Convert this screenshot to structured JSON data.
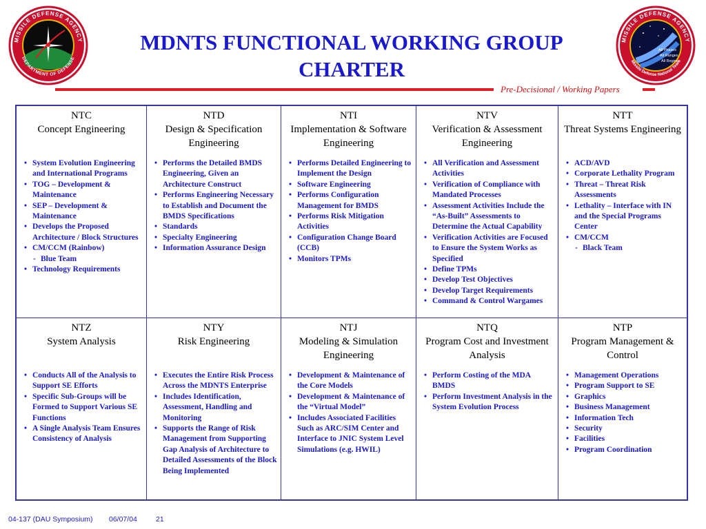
{
  "header": {
    "title_line1": "MDNTS FUNCTIONAL WORKING GROUP",
    "title_line2": "CHARTER",
    "draft_label": "Pre-Decisional / Working Papers",
    "logo_left": "missile-defense-agency-seal",
    "logo_right": "missile-defense-national-team-seal",
    "logo_left_text": "MISSILE DEFENSE AGENCY · DEPARTMENT OF DEFENSE",
    "logo_right_text": "MISSILE DEFENSE AGENCY · Missile Defense National Team · All Phases · All Ranges · All Regions"
  },
  "colors": {
    "title": "#1a1acc",
    "rule": "#e31b23",
    "items": "#1a1acc",
    "grid": "#3434a8"
  },
  "groups": [
    {
      "code": "NTC",
      "name": "Concept Engineering",
      "items": [
        {
          "text": "System Evolution Engineering and International Programs"
        },
        {
          "text": "TOG – Development & Maintenance"
        },
        {
          "text": "SEP – Development & Maintenance"
        },
        {
          "text": "Develops the Proposed Architecture / Block Structures"
        },
        {
          "text": "CM/CCM (Rainbow)"
        },
        {
          "text": "Blue Team",
          "sub": true
        },
        {
          "text": "Technology Requirements"
        }
      ]
    },
    {
      "code": "NTD",
      "name": "Design & Specification Engineering",
      "items": [
        {
          "text": "Performs the Detailed BMDS Engineering, Given an Architecture Construct"
        },
        {
          "text": "Performs Engineering Necessary to Establish and Document the BMDS Specifications"
        },
        {
          "text": "Standards"
        },
        {
          "text": "Specialty Engineering"
        },
        {
          "text": "Information Assurance Design"
        }
      ]
    },
    {
      "code": "NTI",
      "name": "Implementation & Software Engineering",
      "items": [
        {
          "text": "Performs Detailed Engineering to Implement the Design"
        },
        {
          "text": "Software Engineering"
        },
        {
          "text": "Performs Configuration Management for BMDS"
        },
        {
          "text": "Performs Risk Mitigation Activities"
        },
        {
          "text": "Configuration Change Board (CCB)"
        },
        {
          "text": "Monitors TPMs"
        }
      ]
    },
    {
      "code": "NTV",
      "name": "Verification & Assessment Engineering",
      "items": [
        {
          "text": "All Verification and Assessment Activities"
        },
        {
          "text": "Verification of Compliance with Mandated Processes"
        },
        {
          "text": "Assessment Activities Include the “As-Built” Assessments to Determine the Actual Capability"
        },
        {
          "text": "Verification Activities are Focused to Ensure the System Works as Specified"
        },
        {
          "text": "Define TPMs"
        },
        {
          "text": "Develop Test Objectives"
        },
        {
          "text": "Develop Target Requirements"
        },
        {
          "text": "Command & Control Wargames"
        }
      ]
    },
    {
      "code": "NTT",
      "name": "Threat Systems Engineering",
      "items": [
        {
          "text": "ACD/AVD"
        },
        {
          "text": "Corporate Lethality Program"
        },
        {
          "text": "Threat – Threat Risk Assessments"
        },
        {
          "text": "Lethality – Interface with IN and the Special Programs Center"
        },
        {
          "text": "CM/CCM"
        },
        {
          "text": "Black Team",
          "sub": true
        }
      ]
    },
    {
      "code": "NTZ",
      "name": "System Analysis",
      "items": [
        {
          "text": "Conducts All of the Analysis to Support SE Efforts"
        },
        {
          "text": "Specific Sub-Groups will be Formed to Support Various SE Functions"
        },
        {
          "text": "A Single Analysis Team Ensures Consistency of Analysis"
        }
      ]
    },
    {
      "code": "NTY",
      "name": "Risk Engineering",
      "items": [
        {
          "text": "Executes the Entire Risk Process Across the MDNTS Enterprise"
        },
        {
          "text": "Includes Identification, Assessment, Handling and Monitoring"
        },
        {
          "text": "Supports the Range of Risk Management from Supporting Gap Analysis of Architecture to Detailed Assessments of the Block Being Implemented"
        }
      ]
    },
    {
      "code": "NTJ",
      "name": "Modeling & Simulation Engineering",
      "items": [
        {
          "text": "Development & Maintenance of the Core Models"
        },
        {
          "text": "Development & Maintenance of the “Virtual Model”"
        },
        {
          "text": "Includes Associated Facilities Such as ARC/SIM Center and Interface to JNIC System Level Simulations (e.g. HWIL)"
        }
      ]
    },
    {
      "code": "NTQ",
      "name": "Program Cost and Investment Analysis",
      "items": [
        {
          "text": "Perform Costing of the MDA BMDS"
        },
        {
          "text": "Perform Investment Analysis in the System Evolution Process"
        }
      ]
    },
    {
      "code": "NTP",
      "name": "Program Management & Control",
      "items": [
        {
          "text": "Management Operations"
        },
        {
          "text": "Program Support to SE"
        },
        {
          "text": "Graphics"
        },
        {
          "text": "Business Management"
        },
        {
          "text": "Information Tech"
        },
        {
          "text": "Security"
        },
        {
          "text": "Facilities"
        },
        {
          "text": "Program Coordination"
        }
      ]
    }
  ],
  "footer": {
    "slide_ref": "04-137  (DAU Symposium)",
    "date": "06/07/04",
    "page_number": "21"
  }
}
